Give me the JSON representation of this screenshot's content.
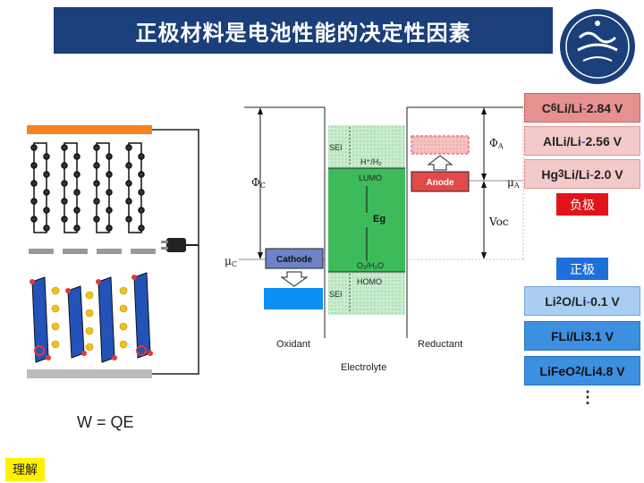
{
  "title": "正极材料是电池性能的决定性因素",
  "formula": "W = QE",
  "understand_label": "理解",
  "energy_diagram": {
    "sei_top": "SEI",
    "h_label": "H⁺/H₂",
    "lumo": "LUMO",
    "eg": "Eg",
    "o2_label": "O₂/H₂O",
    "homo": "HOMO",
    "sei_bottom": "SEI",
    "phi_c": "Φ",
    "phi_c_sub": "C",
    "mu_c": "μ",
    "mu_c_sub": "C",
    "cathode": "Cathode",
    "anode": "Anode",
    "phi_a": "Φ",
    "phi_a_sub": "A",
    "mu_a": "μ",
    "mu_a_sub": "A",
    "voc": "Voc",
    "oxidant": "Oxidant",
    "electrolyte": "Electrolyte",
    "reductant": "Reductant"
  },
  "negative": {
    "items": [
      {
        "pre": "C",
        "sub": "6",
        "post": "Li/Li ",
        "sign": "-",
        "value": "2.84 V"
      },
      {
        "pre": "AlLi/Li ",
        "sub": "",
        "post": "",
        "sign": "-",
        "value": "2.56 V"
      },
      {
        "pre": "Hg",
        "sub": "3",
        "post": "Li/Li ",
        "sign": "-",
        "value": "2.0 V"
      }
    ],
    "tag": "负极"
  },
  "positive": {
    "tag": "正极",
    "items": [
      {
        "pre": "Li",
        "sub": "2",
        "post": "O/Li ",
        "sign": "-",
        "value": "0.1 V"
      },
      {
        "pre": "FLi/Li ",
        "sub": "",
        "post": "",
        "sign": "",
        "value": "3.1 V"
      },
      {
        "pre": "LiFeO",
        "sub": "2",
        "post": "/Li ",
        "sign": "",
        "value": "4.8 V"
      }
    ]
  },
  "dots": "⋮",
  "colors": {
    "title_bar": "#1a3f7a",
    "electrolyte": "#3dbb5b",
    "cathode": "#6d83c6",
    "anode": "#e24a4a",
    "accent_red": "#e1141a",
    "accent_blue": "#1e6fd8"
  }
}
